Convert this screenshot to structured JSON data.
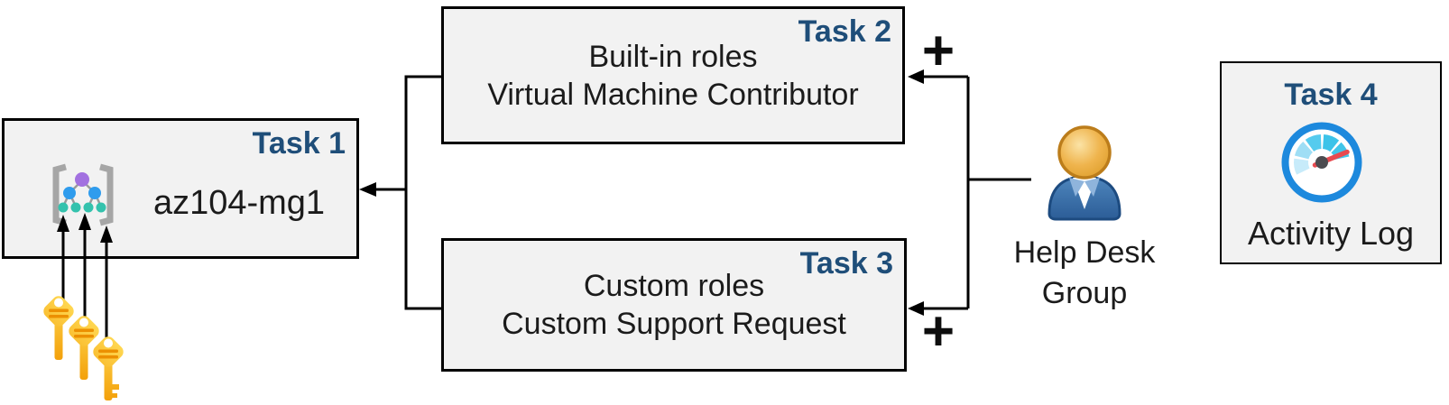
{
  "colors": {
    "accent_navy": "#1F4E79",
    "box_fill": "#F2F2F2",
    "border_black": "#000000",
    "key_gold": "#FFC629",
    "key_stripe_orange": "#EC9000",
    "person_body_blue": "#3A6FA8",
    "person_head_gold": "#E8A93C",
    "gauge_ring_blue": "#1D89DD",
    "gauge_needle_red": "#E84A50",
    "icon_purple": "#A271E0",
    "icon_blue": "#2F9CED",
    "icon_teal": "#34C2AD"
  },
  "icons": {
    "task1_icon": "management-group-icon",
    "task1_keys": "keys-icon",
    "group_icon": "user-person-icon",
    "task4_icon": "gauge-dashboard-icon"
  },
  "task1": {
    "label": "Task 1",
    "name": "az104-mg1"
  },
  "task2": {
    "label": "Task 2",
    "lines": [
      "Built-in roles",
      "Virtual Machine Contributor"
    ]
  },
  "task3": {
    "label": "Task 3",
    "lines": [
      "Custom roles",
      "Custom Support Request"
    ]
  },
  "task4": {
    "label": "Task 4",
    "caption": "Activity Log"
  },
  "group": {
    "lines": [
      "Help Desk",
      "Group"
    ]
  },
  "connectors": {
    "plus_sign": "+"
  }
}
